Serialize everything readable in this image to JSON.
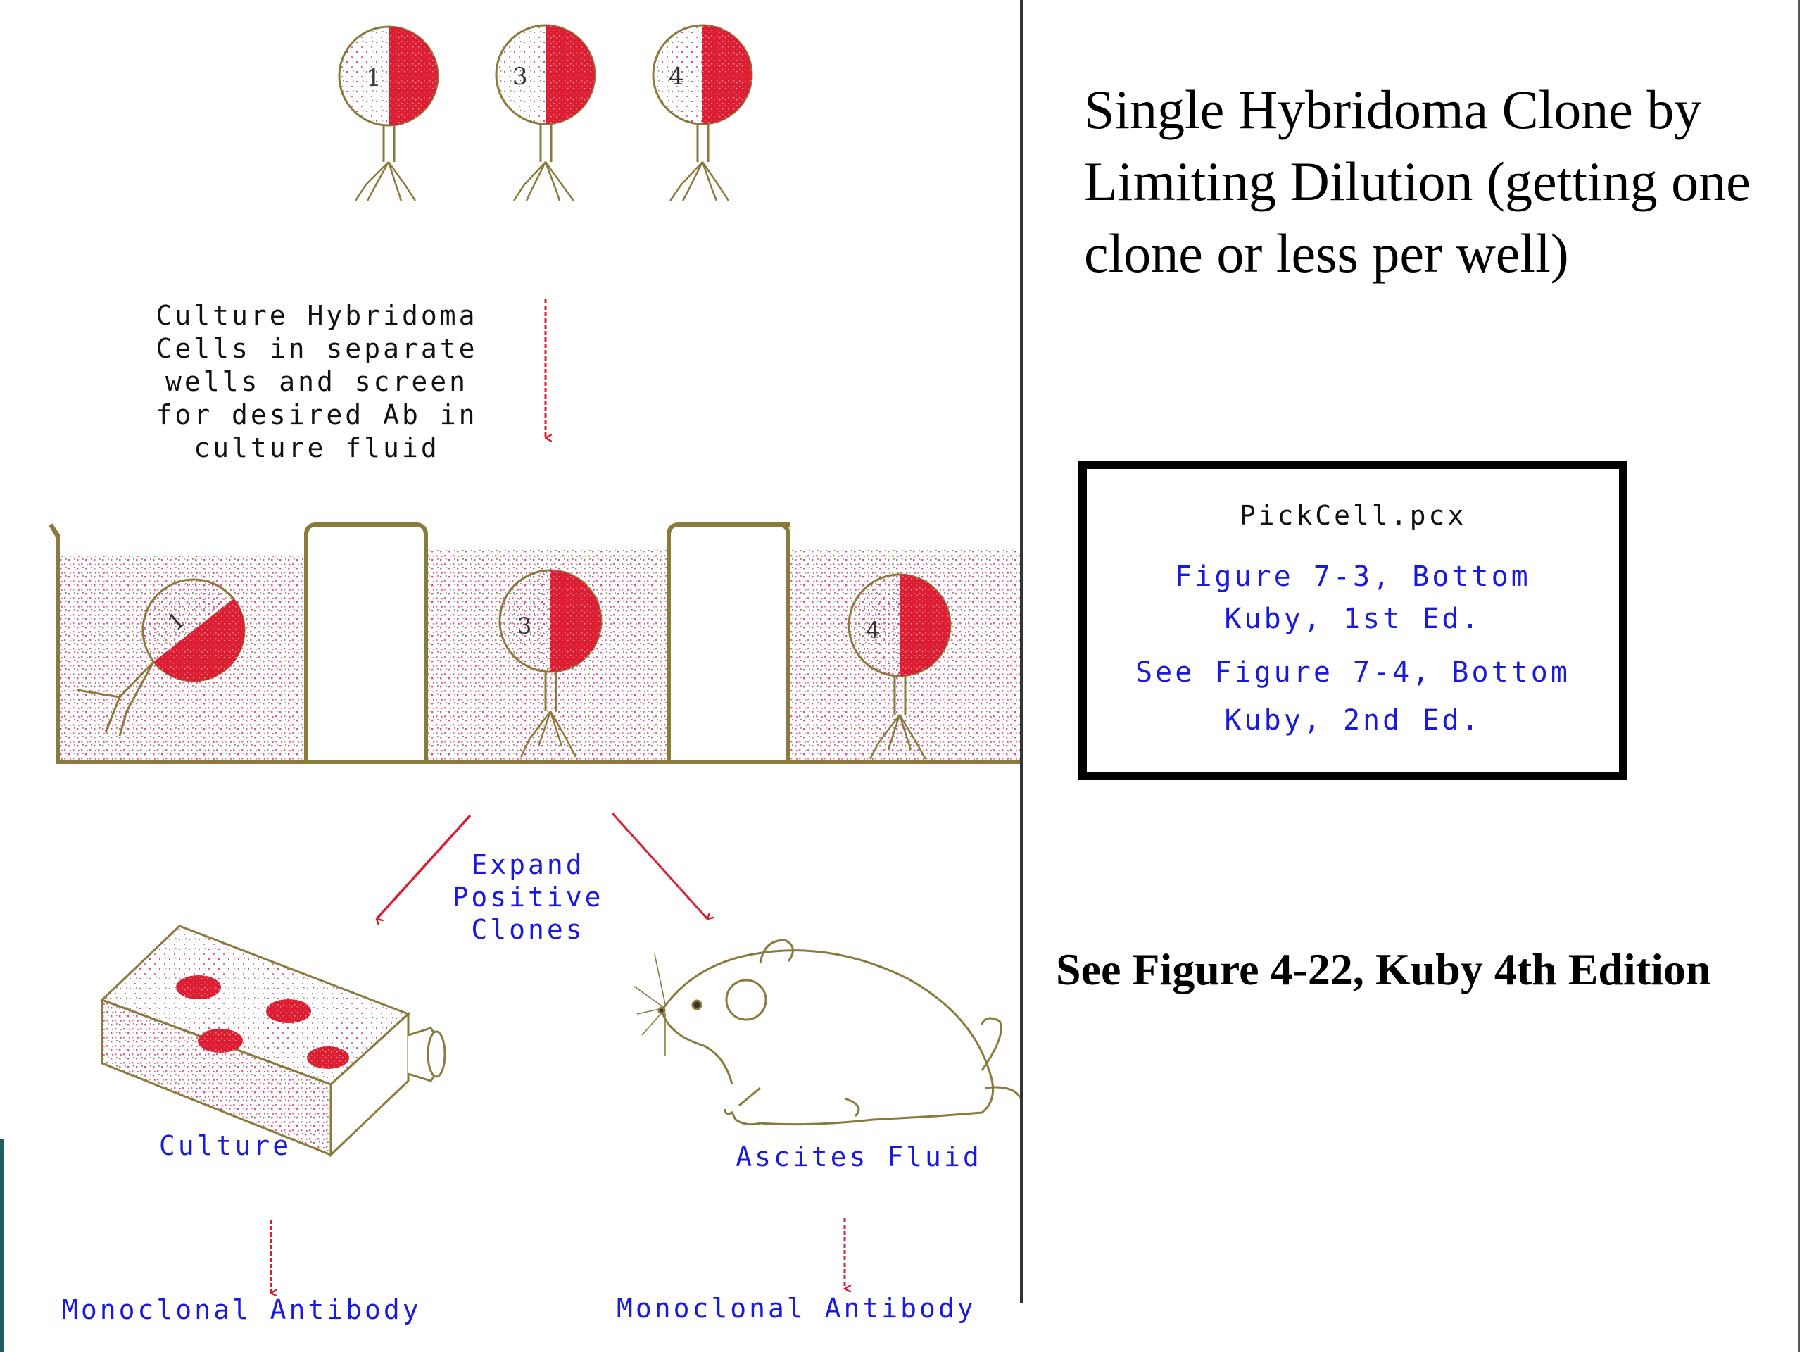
{
  "diagram": {
    "clone_labels": [
      "1",
      "3",
      "4"
    ],
    "step_text": [
      "Culture Hybridoma",
      "Cells in separate",
      "wells and screen",
      "for desired Ab in",
      "culture fluid"
    ],
    "well_labels": [
      "1",
      "3",
      "4"
    ],
    "expand_text": [
      "Expand",
      "Positive",
      "Clones"
    ],
    "culture_label": "Culture",
    "ascites_label": "Ascites Fluid",
    "product_left": "Monoclonal Antibody",
    "product_right": "Monoclonal Antibody"
  },
  "slide": {
    "title": "Single Hybridoma Clone by Limiting Dilution (getting one clone or less per well)",
    "reference_box": {
      "filename": "PickCell.pcx",
      "lines": [
        "Figure 7-3, Bottom",
        "Kuby, 1st Ed.",
        "See Figure 7-4, Bottom",
        "Kuby, 2nd Ed."
      ]
    },
    "see_also": "See Figure 4-22, Kuby 4th Edition"
  },
  "colors": {
    "red": "#dc1e32",
    "blue": "#1a1adc",
    "tan": "#8a7a3c",
    "stipple": "#e0489a",
    "teal": "#1f5f5f"
  }
}
